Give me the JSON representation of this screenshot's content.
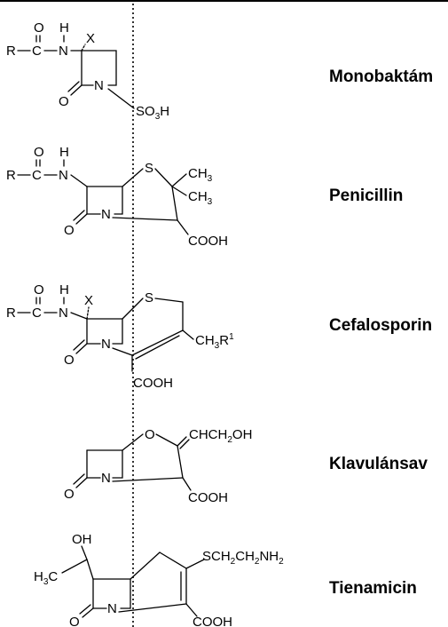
{
  "compounds": [
    {
      "name": "Monobaktám"
    },
    {
      "name": "Penicillin"
    },
    {
      "name": "Cefalosporin"
    },
    {
      "name": "Klavulánsav"
    },
    {
      "name": "Tienamicin"
    }
  ],
  "atoms": {
    "O": "O",
    "H": "H",
    "R": "R",
    "C": "C",
    "N": "N",
    "X": "X",
    "S": "S",
    "SO3H_a": "SO",
    "SO3H_b": "3",
    "SO3H_c": "H",
    "CH3_a": "CH",
    "CH3_b": "3",
    "COOH": "COOH",
    "CH3R1_a": "CH",
    "CH3R1_b": "3",
    "CH3R1_c": "R",
    "CH3R1_d": "1",
    "CHCH2OH_a": "CHCH",
    "CHCH2OH_b": "2",
    "CHCH2OH_c": "OH",
    "OH": "OH",
    "H3C_a": "H",
    "H3C_b": "3",
    "H3C_c": "C",
    "SCH2CH2NH2_a": "SCH",
    "SCH2CH2NH2_b": "2",
    "SCH2CH2NH2_c": "CH",
    "SCH2CH2NH2_d": "2",
    "SCH2CH2NH2_e": "NH",
    "SCH2CH2NH2_f": "2"
  }
}
